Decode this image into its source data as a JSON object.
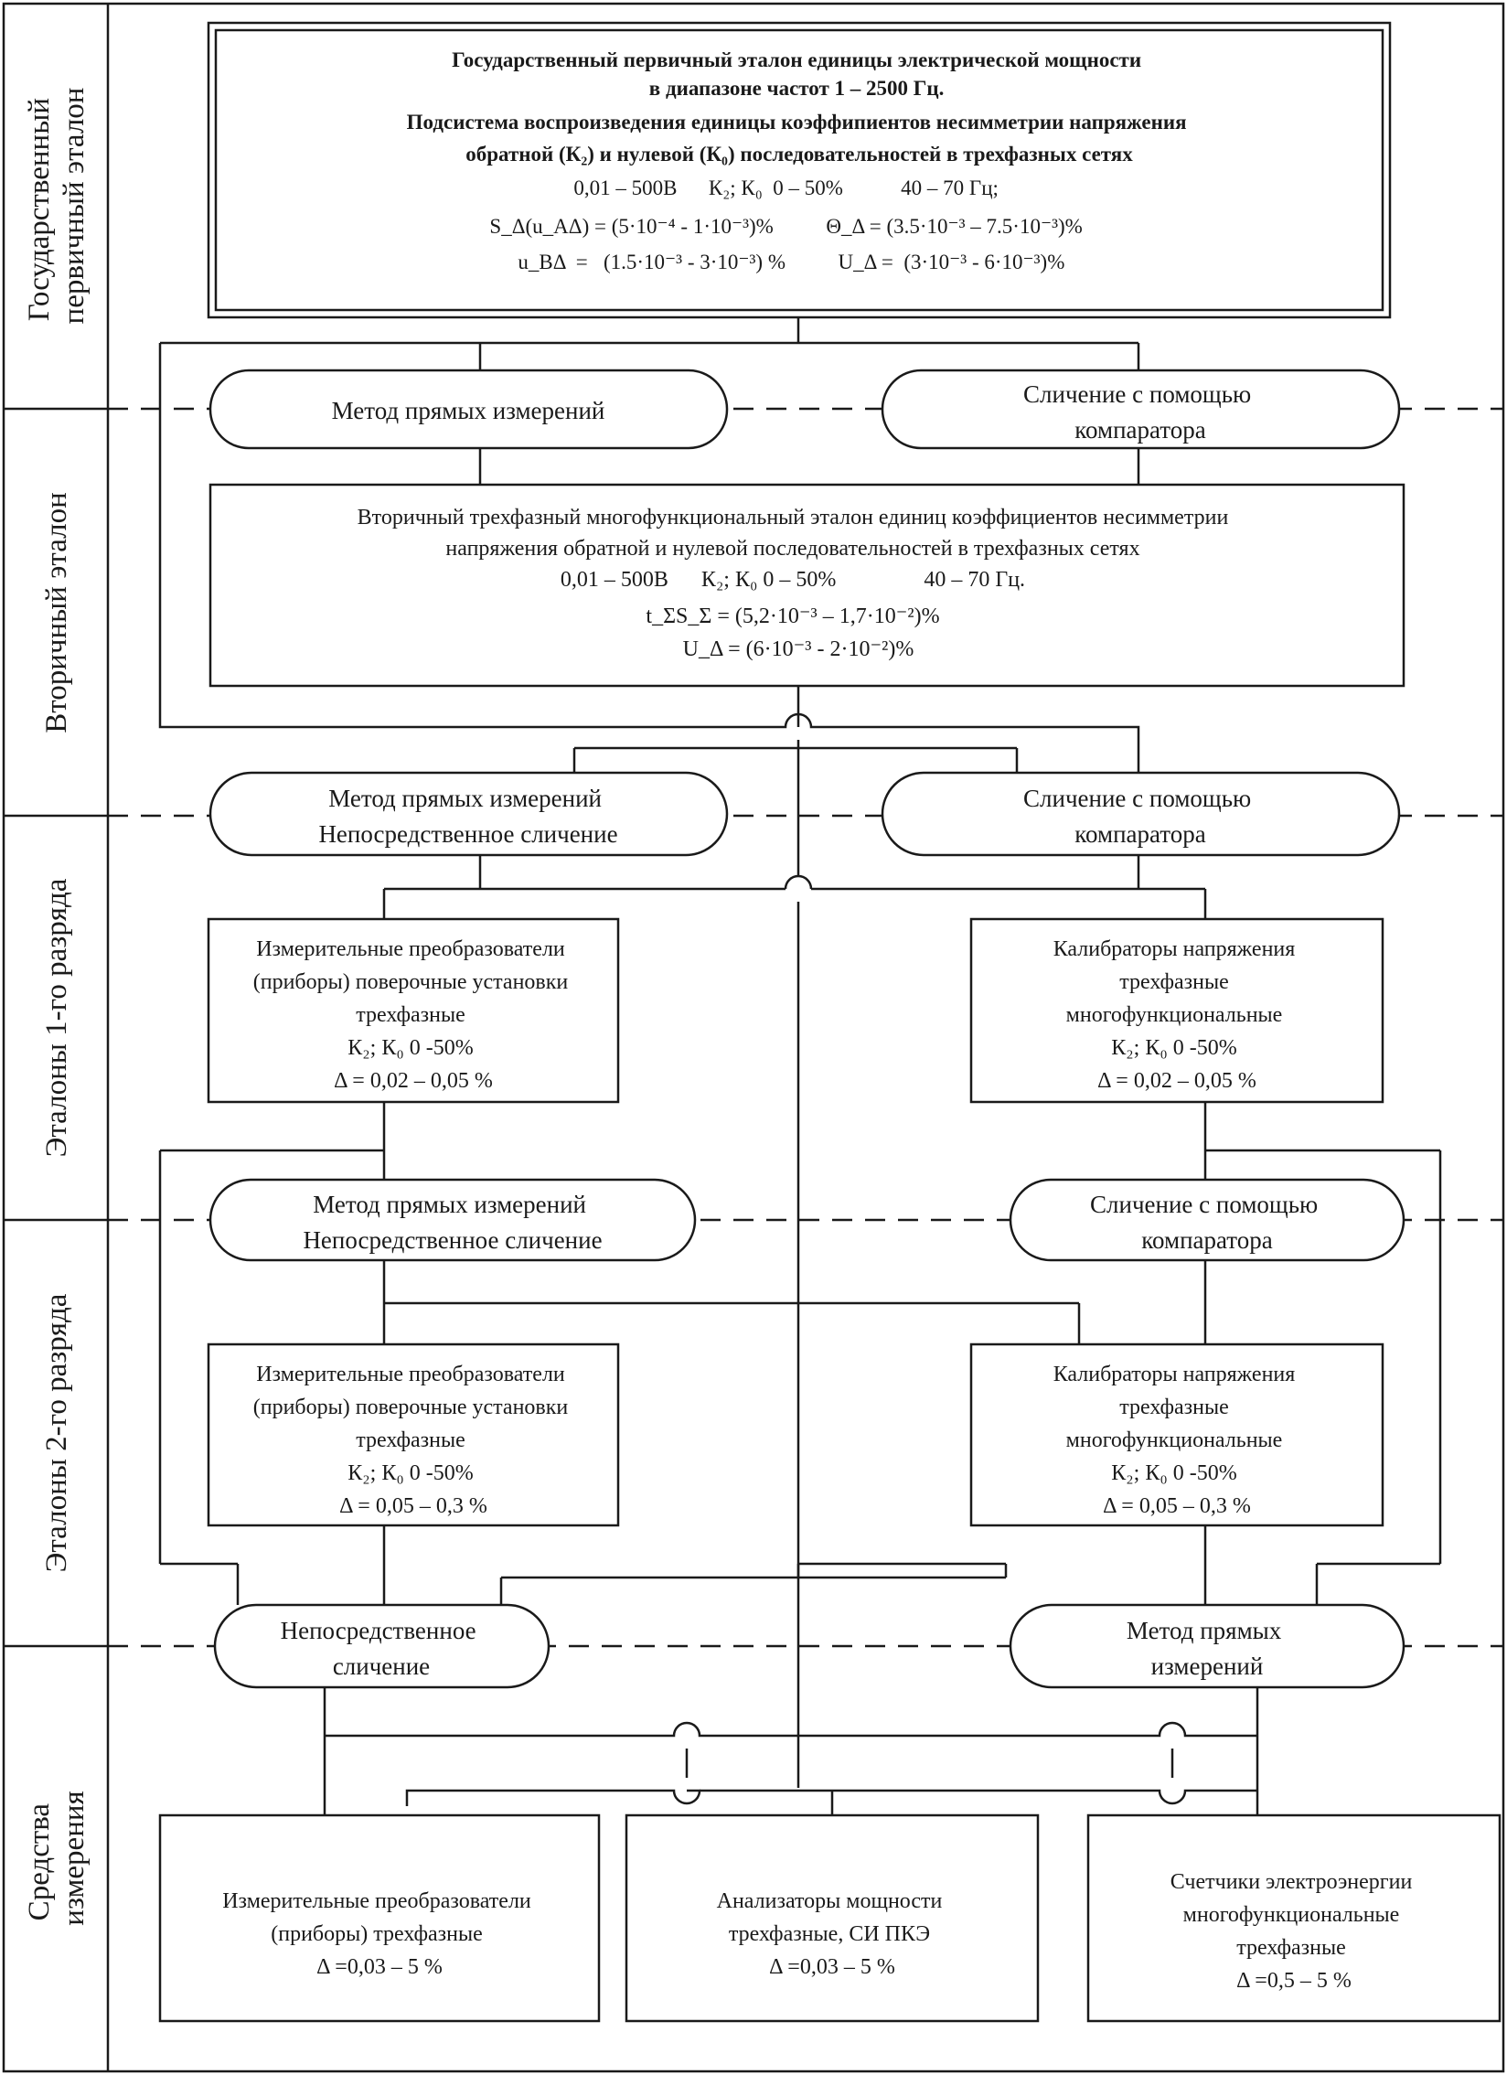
{
  "levels": [
    {
      "id": "state",
      "lines": [
        "Государственный",
        "первичный эталон"
      ]
    },
    {
      "id": "secondary",
      "lines": [
        "Вторичный эталон"
      ]
    },
    {
      "id": "rank1",
      "lines": [
        "Эталоны 1-го разряда"
      ]
    },
    {
      "id": "rank2",
      "lines": [
        "Эталоны 2-го разряда"
      ]
    },
    {
      "id": "instruments",
      "lines": [
        "Средства",
        "измерения"
      ]
    }
  ],
  "primary": {
    "title_lines": [
      "Государственный первичный эталон единицы электрической мощности",
      "в диапазоне частот 1 – 2500 Гц.",
      "Подсистема воспроизведения единицы коэффипиентов несимметрии напряжения",
      "обратной (К₂) и нулевой (К₀) последовательностей в трехфазных сетях"
    ],
    "spec_lines": [
      "0,01 – 500В      К₂; К₀  0 – 50%           40 – 70 Гц;",
      "S_Δ(u_AΔ) = (5·10⁻⁴ - 1·10⁻³)%          Θ_Δ = (3.5·10⁻³ – 7.5·10⁻³)%",
      "u_BΔ  =   (1.5·10⁻³ - 3·10⁻³) %          U_Δ =  (3·10⁻³ - 6·10⁻³)%"
    ]
  },
  "methods": {
    "m1_left": [
      "Метод прямых измерений"
    ],
    "m1_right": [
      "Сличение с помощью",
      "компаратора"
    ],
    "m2_left": [
      "Метод прямых измерений",
      "Непосредственное сличение"
    ],
    "m2_right": [
      "Сличение с помощью",
      "компаратора"
    ],
    "m3_left": [
      "Метод прямых измерений",
      "Непосредственное сличение"
    ],
    "m3_right": [
      "Сличение с помощью",
      "компаратора"
    ],
    "m4_left": [
      "Непосредственное",
      "сличение"
    ],
    "m4_right": [
      "Метод прямых",
      "измерений"
    ]
  },
  "secondary": {
    "lines": [
      "Вторичный трехфазный многофункциональный эталон единиц коэффициентов несимметрии",
      "напряжения обратной и нулевой последовательностей в трехфазных сетях",
      "0,01 – 500В      К₂; К₀ 0 – 50%                40 – 70 Гц.",
      "t_ΣS_Σ = (5,2·10⁻³ – 1,7·10⁻²)%",
      "U_Δ = (6·10⁻³ - 2·10⁻²)%"
    ]
  },
  "rank1_left": {
    "lines": [
      "Измерительные преобразователи",
      "(приборы) поверочные установки",
      "трехфазные",
      "К₂; К₀  0 -50%",
      "Δ = 0,02 – 0,05 %"
    ]
  },
  "rank1_right": {
    "lines": [
      "Калибраторы напряжения",
      "трехфазные",
      "многофункциональные",
      "К₂; К₀  0 -50%",
      "Δ = 0,02 – 0,05 %"
    ]
  },
  "rank2_left": {
    "lines": [
      "Измерительные преобразователи",
      "(приборы) поверочные установки",
      "трехфазные",
      "К₂; К₀  0 -50%",
      "Δ = 0,05 – 0,3 %"
    ]
  },
  "rank2_right": {
    "lines": [
      "Калибраторы напряжения",
      "трехфазные",
      "многофункциональные",
      "К₂; К₀  0 -50%",
      "Δ = 0,05 – 0,3 %"
    ]
  },
  "instruments": [
    {
      "lines": [
        "Измерительные преобразователи",
        "(приборы) трехфазные",
        "Δ =0,03 – 5 %"
      ]
    },
    {
      "lines": [
        "Анализаторы мощности",
        "трехфазные, СИ ПКЭ",
        "Δ =0,03 – 5 %"
      ]
    },
    {
      "lines": [
        "Счетчики электроэнергии",
        "многофункциональные",
        "трехфазные",
        "Δ =0,5 – 5 %"
      ]
    }
  ]
}
